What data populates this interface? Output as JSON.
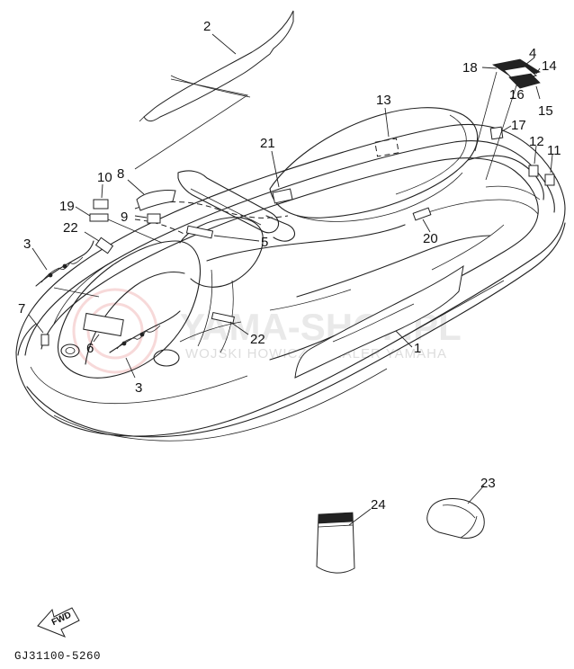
{
  "diagram": {
    "drawing_code": "GJ31100-5260",
    "fwd_label": "FWD",
    "watermark": {
      "main": "YAMA-SHOP.PL",
      "sub": "WOJSKI HOWICZ · DEALER YAMAHA"
    },
    "callouts": [
      {
        "id": "c1",
        "label": "1"
      },
      {
        "id": "c2",
        "label": "2"
      },
      {
        "id": "c3a",
        "label": "3"
      },
      {
        "id": "c3b",
        "label": "3"
      },
      {
        "id": "c4",
        "label": "4"
      },
      {
        "id": "c5",
        "label": "5"
      },
      {
        "id": "c6",
        "label": "6"
      },
      {
        "id": "c7",
        "label": "7"
      },
      {
        "id": "c8",
        "label": "8"
      },
      {
        "id": "c9",
        "label": "9"
      },
      {
        "id": "c10",
        "label": "10"
      },
      {
        "id": "c11",
        "label": "11"
      },
      {
        "id": "c12",
        "label": "12"
      },
      {
        "id": "c13",
        "label": "13"
      },
      {
        "id": "c14",
        "label": "14"
      },
      {
        "id": "c15",
        "label": "15"
      },
      {
        "id": "c16",
        "label": "16"
      },
      {
        "id": "c17",
        "label": "17"
      },
      {
        "id": "c18",
        "label": "18"
      },
      {
        "id": "c19",
        "label": "19"
      },
      {
        "id": "c20",
        "label": "20"
      },
      {
        "id": "c21",
        "label": "21"
      },
      {
        "id": "c22a",
        "label": "22"
      },
      {
        "id": "c22b",
        "label": "22"
      },
      {
        "id": "c23",
        "label": "23"
      },
      {
        "id": "c24",
        "label": "24"
      }
    ]
  }
}
